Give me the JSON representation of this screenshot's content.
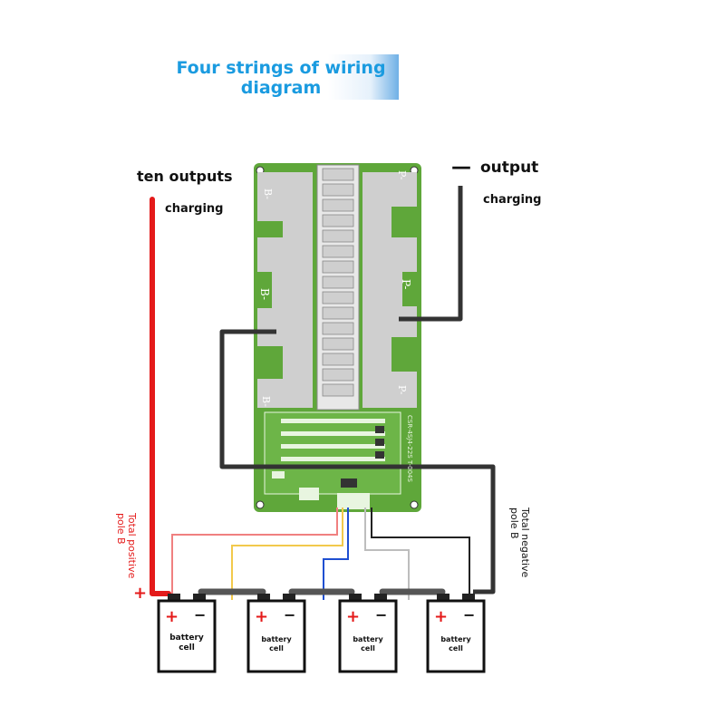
{
  "title": {
    "line1": "Four strings of wiring",
    "line2": "diagram"
  },
  "left_top": {
    "outputs": "ten outputs",
    "charging": "charging"
  },
  "right_top": {
    "minus": "—",
    "output": "output",
    "charging": "charging"
  },
  "pcb": {
    "left_labels": [
      "B-",
      "B-",
      "B-"
    ],
    "right_labels": [
      "P-",
      "P-",
      "P-"
    ],
    "side_text": "CSR-4SJ4-22S T-004S"
  },
  "poles": {
    "positive": "Total positive pole B",
    "plus_sign": "+",
    "negative": "Total negative pole B",
    "negative_mark": "-"
  },
  "cells": [
    {
      "plus": "+",
      "minus": "−",
      "label1": "battery",
      "label2": "cell"
    },
    {
      "plus": "+",
      "minus": "−",
      "label1": "battery",
      "label2": "cell"
    },
    {
      "plus": "+",
      "minus": "−",
      "label1": "battery",
      "label2": "cell"
    },
    {
      "plus": "+",
      "minus": "−",
      "label1": "battery",
      "label2": "cell"
    }
  ],
  "colors": {
    "pcb_green": "#5fa73a",
    "pad_gray": "#cfcfcf",
    "positive_wire": "#e41a1a",
    "negative_wire": "#333333",
    "balance_red": "#f08080",
    "balance_yellow": "#f2c94c",
    "balance_blue": "#1f4fd1",
    "balance_gray": "#bdbdbd",
    "balance_black": "#222222",
    "title_blue": "#1a9be0"
  }
}
